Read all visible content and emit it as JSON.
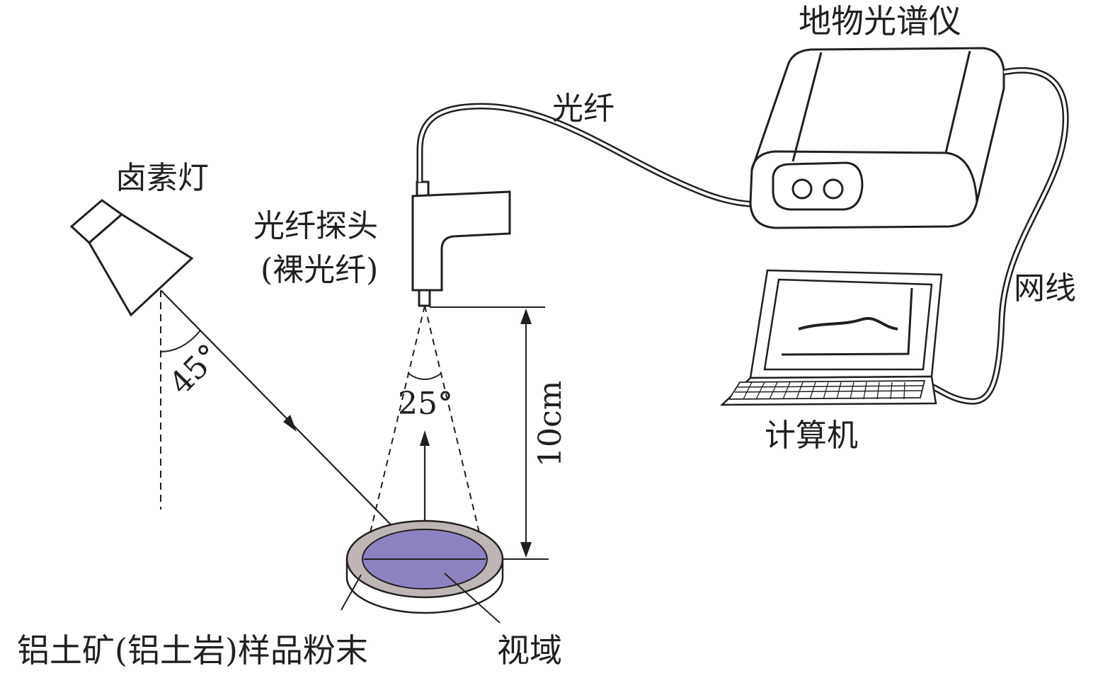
{
  "labels": {
    "spectrometer": "地物光谱仪",
    "fiber": "光纤",
    "halogen_lamp": "卤素灯",
    "probe": "光纤探头",
    "probe_note": "(裸光纤)",
    "network_cable": "网线",
    "computer": "计算机",
    "distance": "10cm",
    "illumination_angle": "45°",
    "fov_angle": "25°",
    "sample": "铝土矿(铝土岩)样品粉末",
    "field_of_view": "视域"
  },
  "icons": {
    "lamp": "halogen-lamp-icon",
    "probe": "fiber-probe-icon",
    "spectrometer": "spectrometer-device-icon",
    "computer": "laptop-icon",
    "sample": "sample-dish-icon"
  },
  "colors": {
    "line": "#231f20",
    "sample_fill": "#8d82c1",
    "dish_rim": "#bdb6b4",
    "background": "#ffffff"
  }
}
